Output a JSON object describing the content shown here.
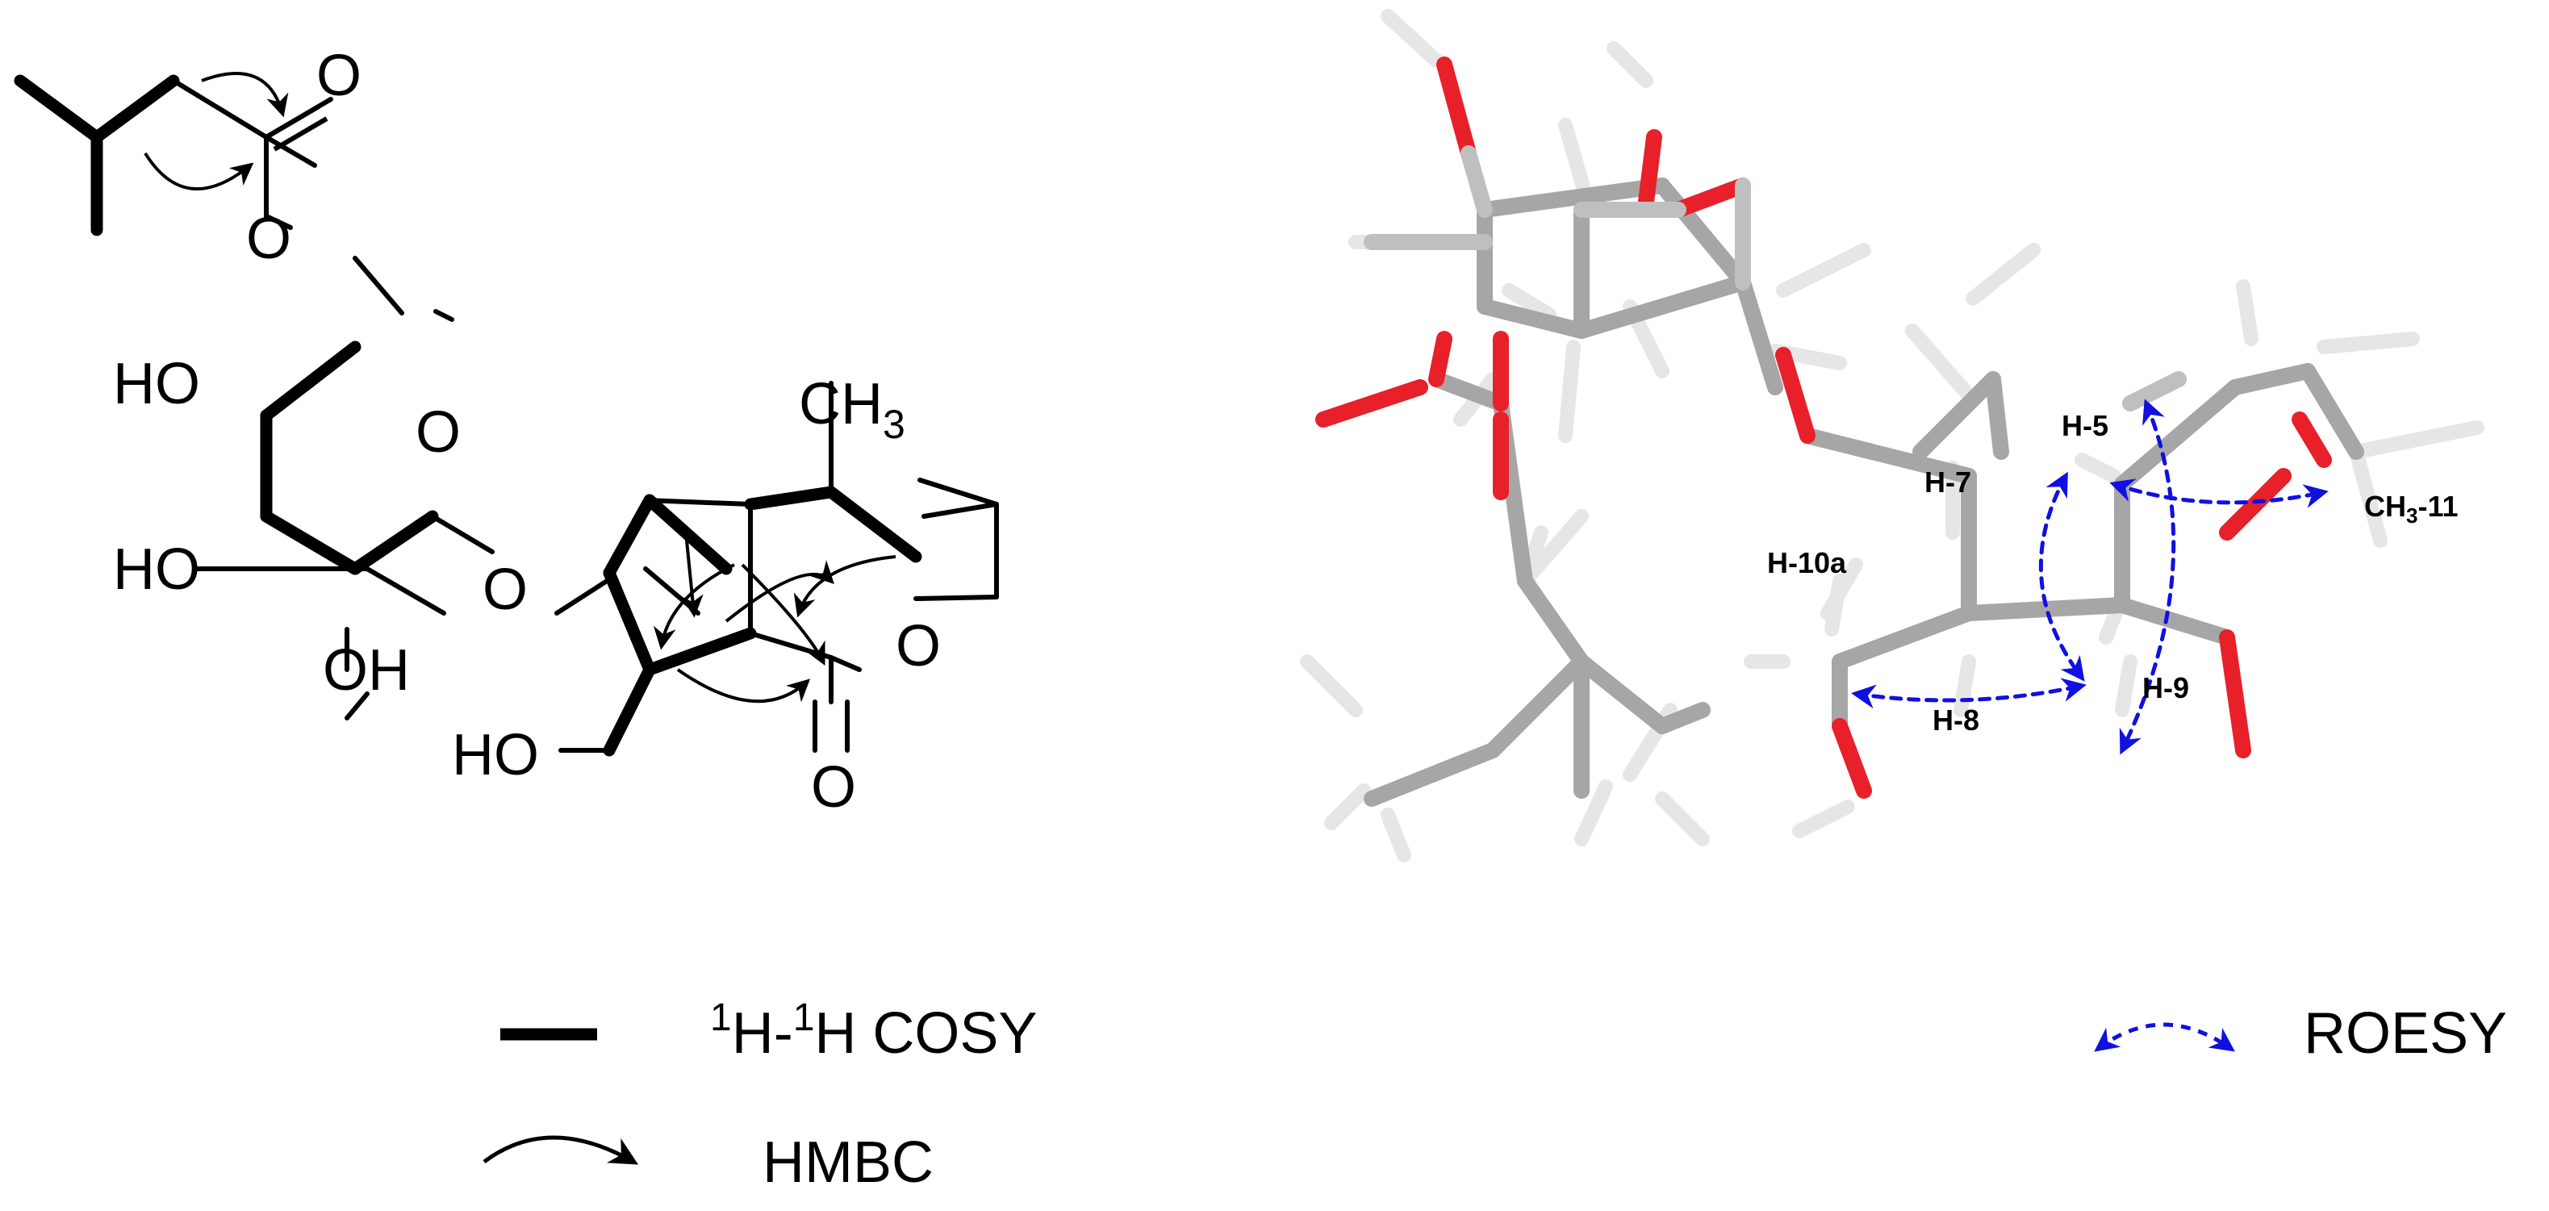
{
  "structure": {
    "atom_labels": {
      "ester_carbonyl_o": "O",
      "ester_o": "O",
      "ring_o": "O",
      "glycosidic_o": "O",
      "ho_4": "HO",
      "ho_3": "HO",
      "oh_2": "OH",
      "methyl_ch": "CH",
      "methyl_sub": "3",
      "lactone_ring_o": "O",
      "lactone_carbonyl_o": "O",
      "hydroxymethyl": "HO"
    }
  },
  "model3d": {
    "labels": {
      "h5": "H-5",
      "h7": "H-7",
      "h10a": "H-10a",
      "h8": "H-8",
      "h9": "H-9",
      "ch3_11_main": "CH",
      "ch3_11_sub": "3",
      "ch3_11_suffix": "-11"
    }
  },
  "legend": {
    "cosy_sup1": "1",
    "cosy_h1": "H-",
    "cosy_sup2": "1",
    "cosy_rest": "H COSY",
    "hmbc": "HMBC",
    "roesy": "ROESY"
  },
  "colors": {
    "bond": "#000000",
    "carbon": "#a6a6a6",
    "oxygen": "#e8202a",
    "hydrogen": "#ececec",
    "roesy": "#1010e0"
  }
}
